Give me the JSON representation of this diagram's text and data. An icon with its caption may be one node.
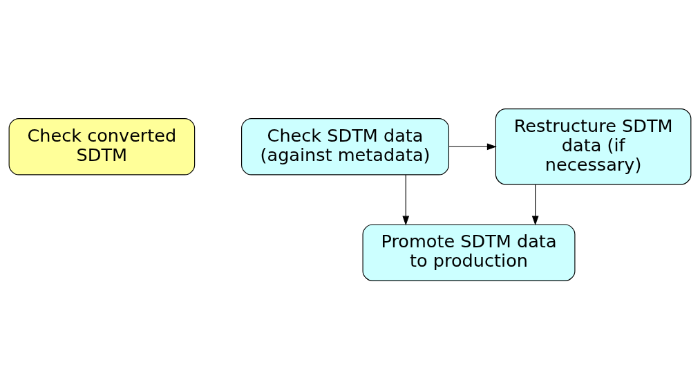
{
  "diagram": {
    "nodes": [
      {
        "text": [
          "Check converted SDTM"
        ]
      },
      {
        "text": [
          "Check SDTM data (against metadata)"
        ]
      },
      {
        "text": [
          "Restructure SDTM data (if necessary)"
        ]
      },
      {
        "text": [
          "Promote SDTM data to production"
        ]
      }
    ],
    "edges": [
      {
        "from": 1,
        "to": 2,
        "arrow": "to"
      },
      {
        "from": 1,
        "to": 3,
        "arrow": "to"
      },
      {
        "from": 2,
        "to": 3,
        "arrow": "to"
      }
    ]
  }
}
